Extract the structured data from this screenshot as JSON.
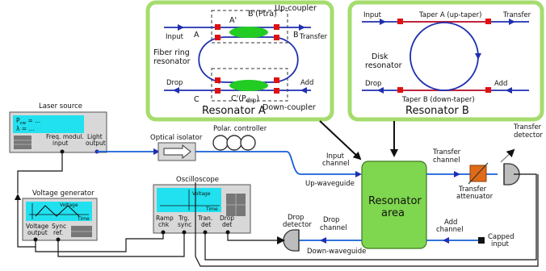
{
  "colors": {
    "panel_border": "#a6dc6e",
    "fiber": "#1f2fb0",
    "signal": "#1560d8",
    "wire": "#111111",
    "coupler": "#22cc22",
    "marker": "#e01010",
    "resonator_area": "#7fd64f",
    "screen": "#21e1f0",
    "attenuator": "#e06a18",
    "device_body": "#d8d8d8"
  },
  "resonator_a": {
    "title": "Resonator A",
    "up_coupler": "Up-coupler",
    "down_coupler": "Down-coupler",
    "fiber_ring": "Fiber ring",
    "resonator": "resonator",
    "input": "Input",
    "transfer": "Transfer",
    "drop": "Drop",
    "add": "Add",
    "point_a": "A",
    "point_a_prime": "A'",
    "point_b": "B",
    "point_b_prime": "B'(P",
    "point_b_sub": "tra",
    "point_c": "C",
    "point_c_prime": "C'(P",
    "point_c_sub": "drp",
    "close_paren": ")"
  },
  "resonator_b": {
    "title": "Resonator B",
    "input": "Input",
    "transfer": "Transfer",
    "taper_a": "Taper A (up-taper)",
    "taper_b": "Taper B (down-taper)",
    "disk": "Disk",
    "resonator": "resonator",
    "drop": "Drop",
    "add": "Add"
  },
  "laser": {
    "title": "Laser source",
    "p_cw_label": "P",
    "p_cw_sub": "cw",
    "p_cw_value": " = ...",
    "lambda_line": "λ = ...",
    "freq_line1": "Freq. modul.",
    "freq_line2": "input",
    "light_line1": "Light",
    "light_line2": "output"
  },
  "optical_isolator": "Optical isolator",
  "polar_controller": "Polar. controller",
  "voltage_generator": {
    "title": "Voltage generator",
    "voltage": "Voltage",
    "time": "Time",
    "out_line1": "Voltage",
    "out_line2": "output",
    "sync_line1": "Sync",
    "sync_line2": "ref."
  },
  "oscilloscope": {
    "title": "Oscilloscope",
    "voltage": "Voltage",
    "time": "Time",
    "ramp_line1": "Ramp",
    "ramp_line2": "chk",
    "trg_line1": "Trg.",
    "trg_line2": "sync",
    "tran_line1": "Tran.",
    "tran_line2": "det",
    "drop_line1": "Drop",
    "drop_line2": "det"
  },
  "resonator_area": {
    "line1": "Resonator",
    "line2": "area"
  },
  "channels": {
    "input_line1": "Input",
    "input_line2": "channel",
    "up_waveguide": "Up-waveguide",
    "transfer_line1": "Transfer",
    "transfer_line2": "channel",
    "add_line1": "Add",
    "add_line2": "channel",
    "drop_line1": "Drop",
    "drop_line2": "channel",
    "down_waveguide": "Down-waveguide",
    "capped_line1": "Capped",
    "capped_line2": "input"
  },
  "transfer_attenuator": {
    "line1": "Transfer",
    "line2": "attenuator"
  },
  "transfer_detector": {
    "line1": "Transfer",
    "line2": "detector"
  },
  "drop_detector": {
    "line1": "Drop",
    "line2": "detector"
  }
}
